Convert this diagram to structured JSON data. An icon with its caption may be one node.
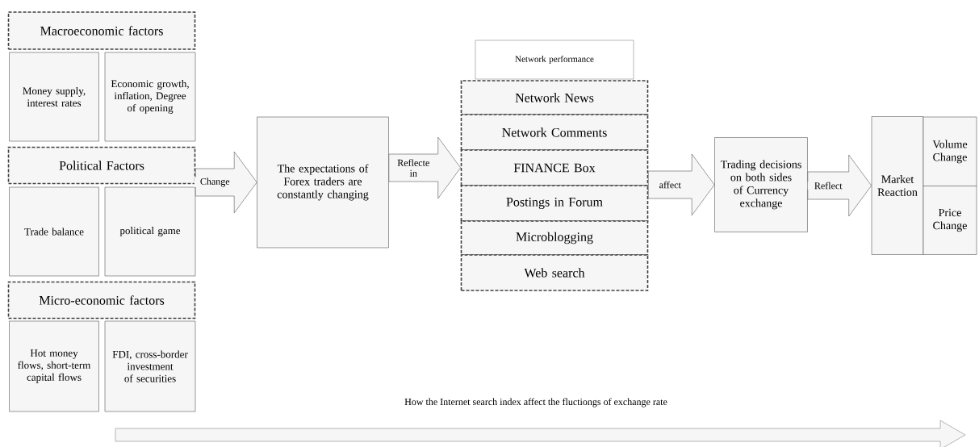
{
  "diagram": {
    "nodes": [
      {
        "text": [
          "Macroeconomic factors"
        ]
      },
      {
        "text": [
          "Money supply, interest rates"
        ]
      },
      {
        "text": [
          "Economic growth, inflation, Degree of opening"
        ]
      },
      {
        "text": [
          "Political Factors"
        ]
      },
      {
        "text": [
          "Trade balance"
        ]
      },
      {
        "text": [
          "political game"
        ]
      },
      {
        "text": [
          "Micro-economic factors"
        ]
      },
      {
        "text": [
          "Hot money flows, short-term capital flows"
        ]
      },
      {
        "text": [
          "FDI, cross-border investment of securities"
        ]
      },
      {
        "text": [
          "The expectations of Forex traders are constantly changing"
        ]
      },
      {
        "text": [
          "Network performance"
        ]
      },
      {
        "text": [
          "Network News"
        ]
      },
      {
        "text": [
          "Network Comments"
        ]
      },
      {
        "text": [
          "FINANCE Box"
        ]
      },
      {
        "text": [
          "Postings in Forum"
        ]
      },
      {
        "text": [
          "Microblogging"
        ]
      },
      {
        "text": [
          "Web search"
        ]
      },
      {
        "text": [
          "Trading decisions on both sides of Currency exchange"
        ]
      },
      {
        "text": [
          "Market Reaction"
        ]
      },
      {
        "text": [
          "Volume Change"
        ]
      },
      {
        "text": [
          "Price Change"
        ]
      }
    ],
    "edges": [
      {
        "from": 3,
        "to": 9,
        "arrow": "to",
        "label": "Change"
      },
      {
        "from": 9,
        "to": 13,
        "arrow": "to",
        "label": "Reflecte in"
      },
      {
        "from": 13,
        "to": 17,
        "arrow": "to",
        "label": "affect"
      },
      {
        "from": 17,
        "to": 18,
        "arrow": "to",
        "label": "Reflect"
      }
    ],
    "labels": [
      "How the Internet search index affect the fluctiongs of exchange rate"
    ]
  }
}
